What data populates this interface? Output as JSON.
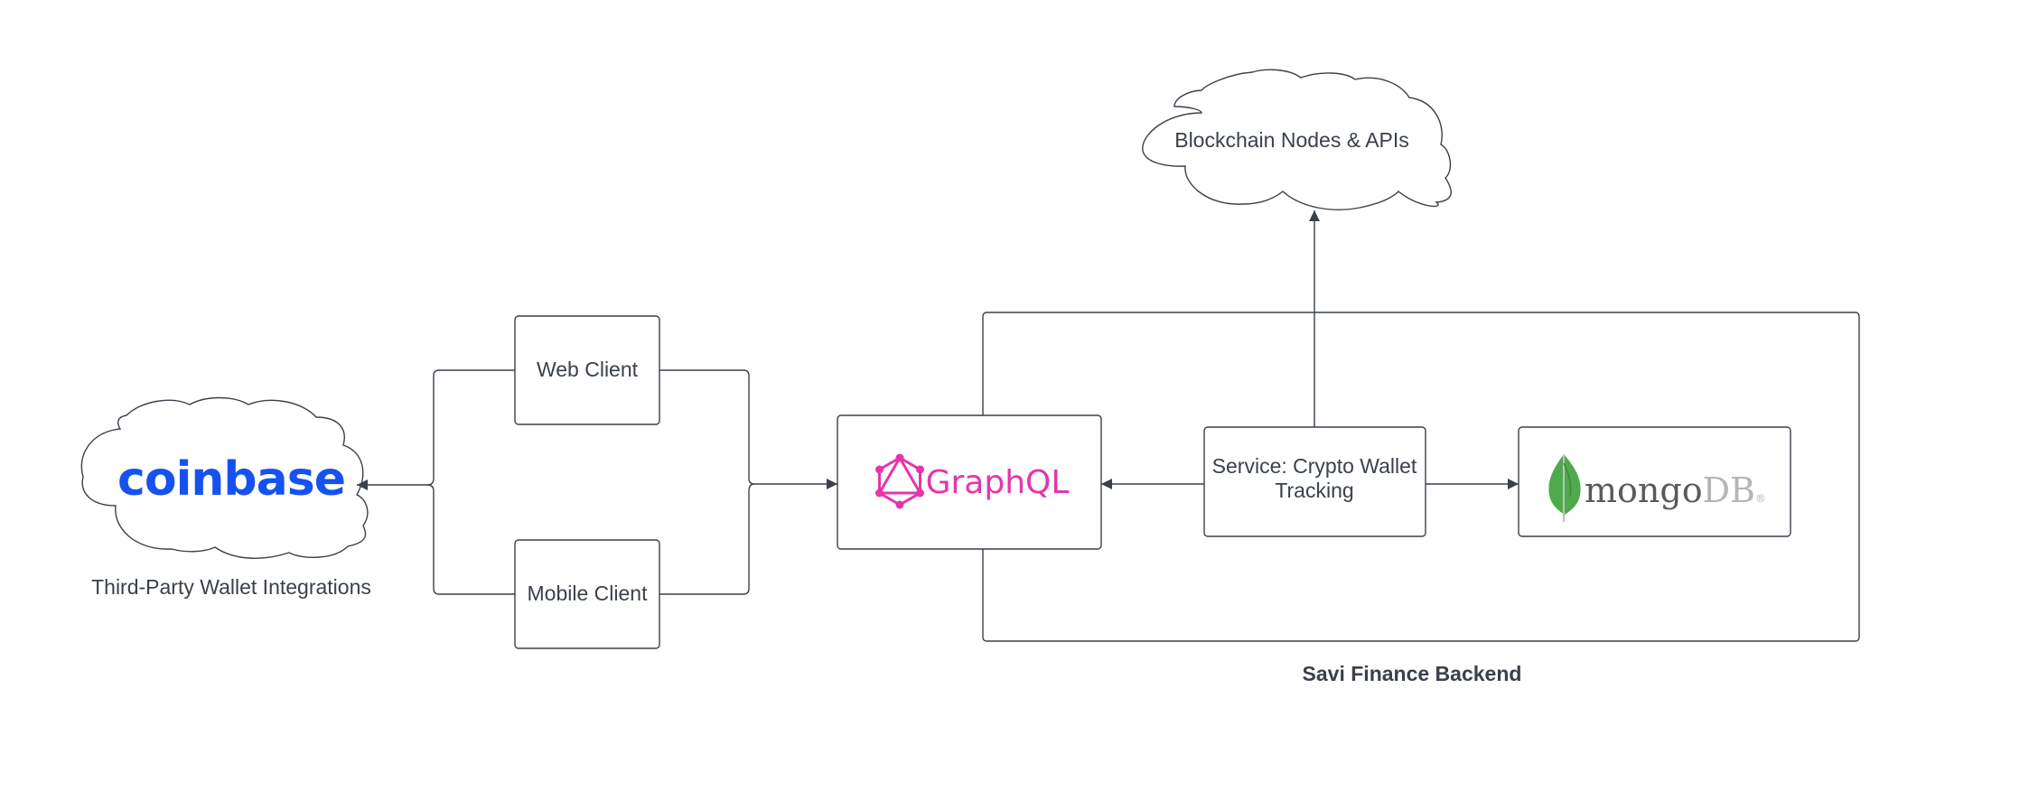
{
  "diagram": {
    "blockchain_cloud": {
      "label": "Blockchain Nodes & APIs"
    },
    "coinbase_cloud": {
      "logo_text": "coinbase",
      "caption": "Third-Party Wallet Integrations"
    },
    "web_client": {
      "label": "Web Client"
    },
    "mobile_client": {
      "label": "Mobile Client"
    },
    "graphql": {
      "logo_text": "GraphQL"
    },
    "wallet_service": {
      "label_line1": "Service: Crypto Wallet",
      "label_line2": "Tracking"
    },
    "mongodb": {
      "logo_text_dark": "mongo",
      "logo_text_light": "DB",
      "trademark": "®"
    },
    "backend_group": {
      "caption": "Savi Finance Backend"
    }
  },
  "colors": {
    "line": "#3a414a",
    "coinbase_blue": "#1652f0",
    "graphql_pink": "#e535ab",
    "mongo_green": "#4fa94d",
    "mongo_dark_text": "#5a5a5a",
    "mongo_light_text": "#b5b5b5"
  }
}
